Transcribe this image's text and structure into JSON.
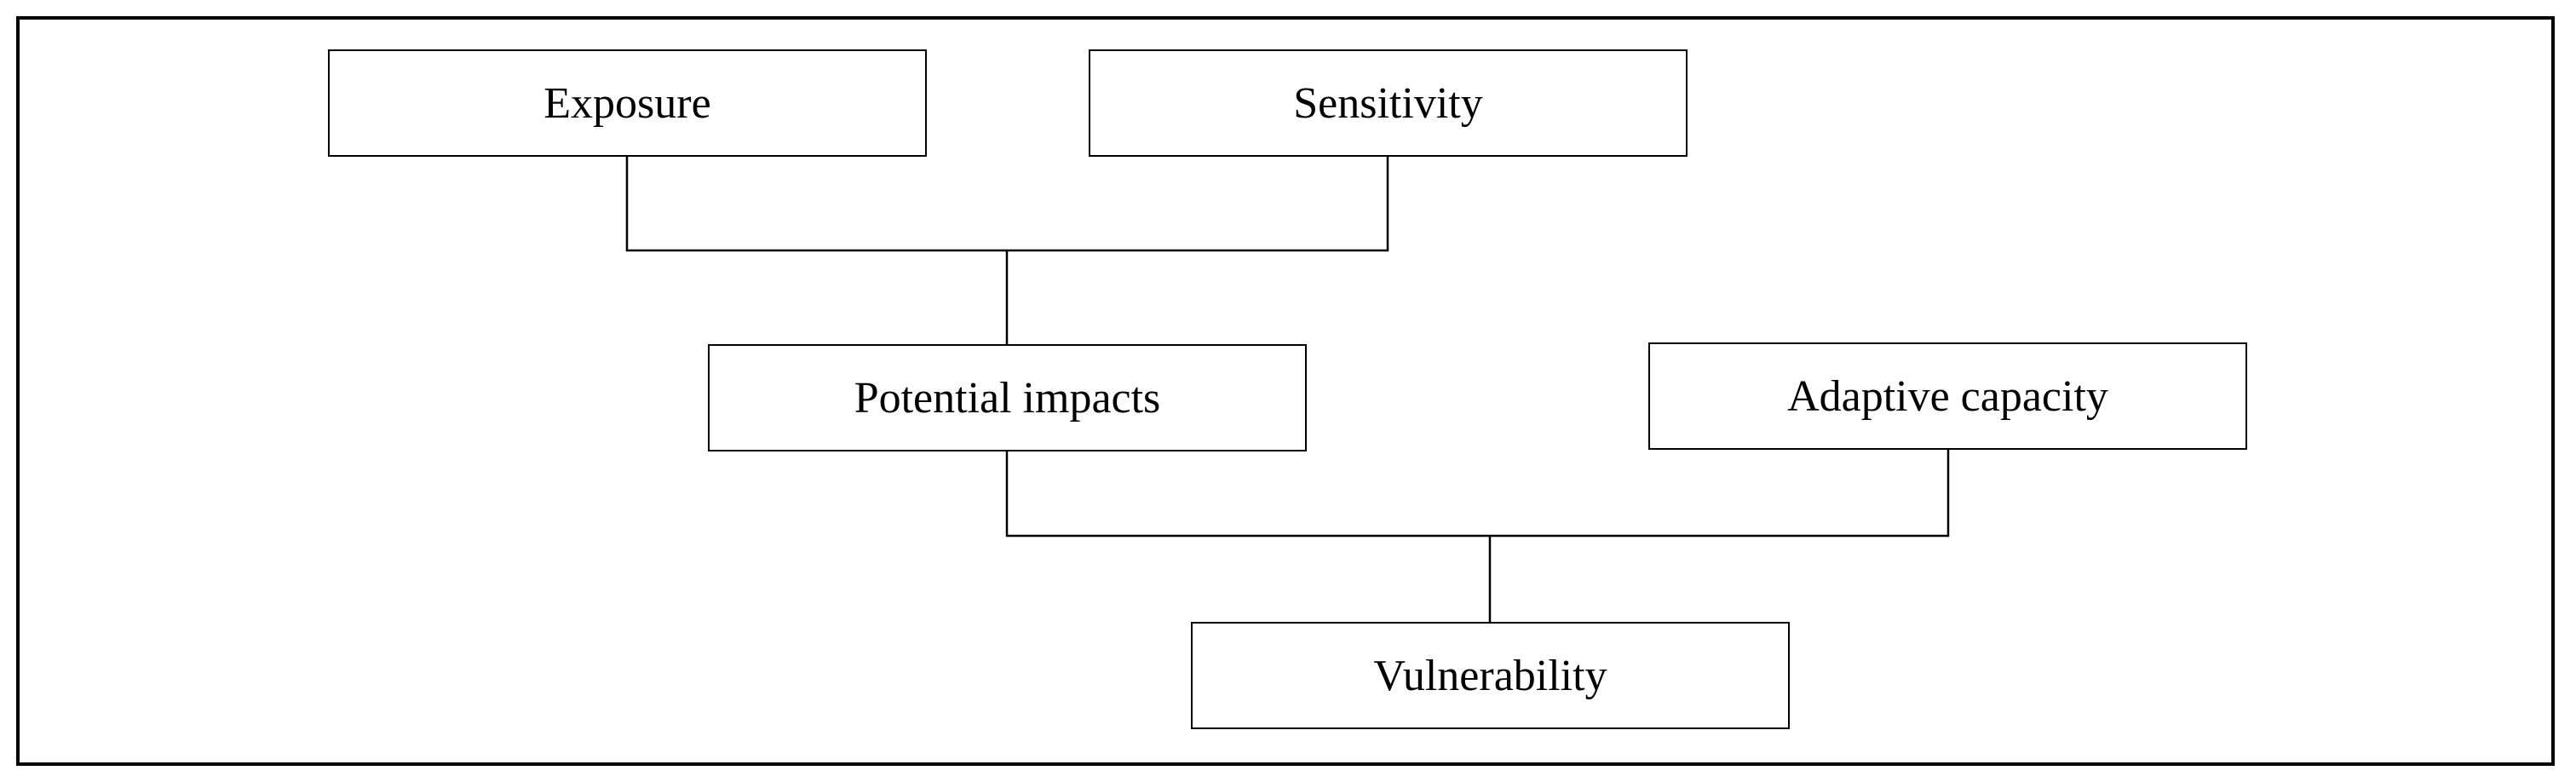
{
  "diagram": {
    "nodes": [
      {
        "id": "exposure",
        "label": "Exposure"
      },
      {
        "id": "sensitivity",
        "label": "Sensitivity"
      },
      {
        "id": "potential_impacts",
        "label": "Potential impacts"
      },
      {
        "id": "adaptive_capacity",
        "label": "Adaptive capacity"
      },
      {
        "id": "vulnerability",
        "label": "Vulnerability"
      }
    ],
    "edges": [
      {
        "from": [
          "exposure",
          "sensitivity"
        ],
        "to": "potential_impacts"
      },
      {
        "from": [
          "potential_impacts",
          "adaptive_capacity"
        ],
        "to": "vulnerability"
      }
    ],
    "colors": {
      "line": "#000000",
      "background": "#ffffff"
    }
  }
}
